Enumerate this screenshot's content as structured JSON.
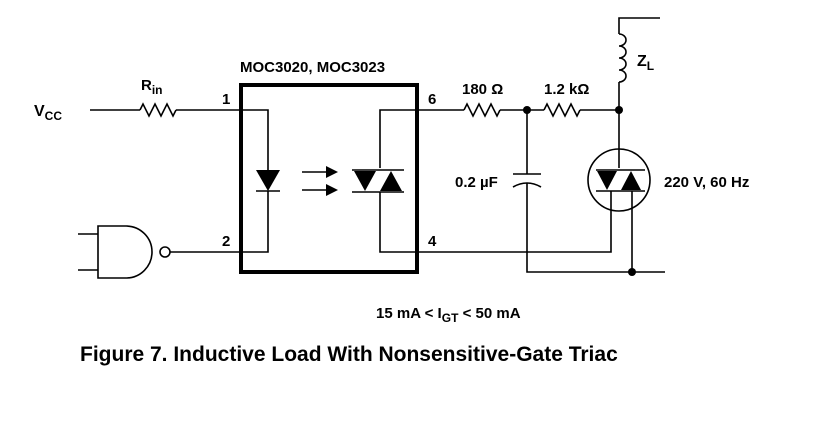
{
  "figure": {
    "caption": "Figure 7. Inductive Load With Nonsensitive-Gate Triac"
  },
  "labels": {
    "vcc_main": "V",
    "vcc_sub": "CC",
    "rin_main": "R",
    "rin_sub": "in",
    "package": "MOC3020, MOC3023",
    "pin1": "1",
    "pin2": "2",
    "pin4": "4",
    "pin6": "6",
    "r180": "180 Ω",
    "r1k2": "1.2 kΩ",
    "zl_main": "Z",
    "zl_sub": "L",
    "cap": "0.2 µF",
    "supply": "220 V, 60 Hz",
    "igt_left": "15 mA < I",
    "igt_sub": "GT",
    "igt_right": " < 50 mA"
  }
}
